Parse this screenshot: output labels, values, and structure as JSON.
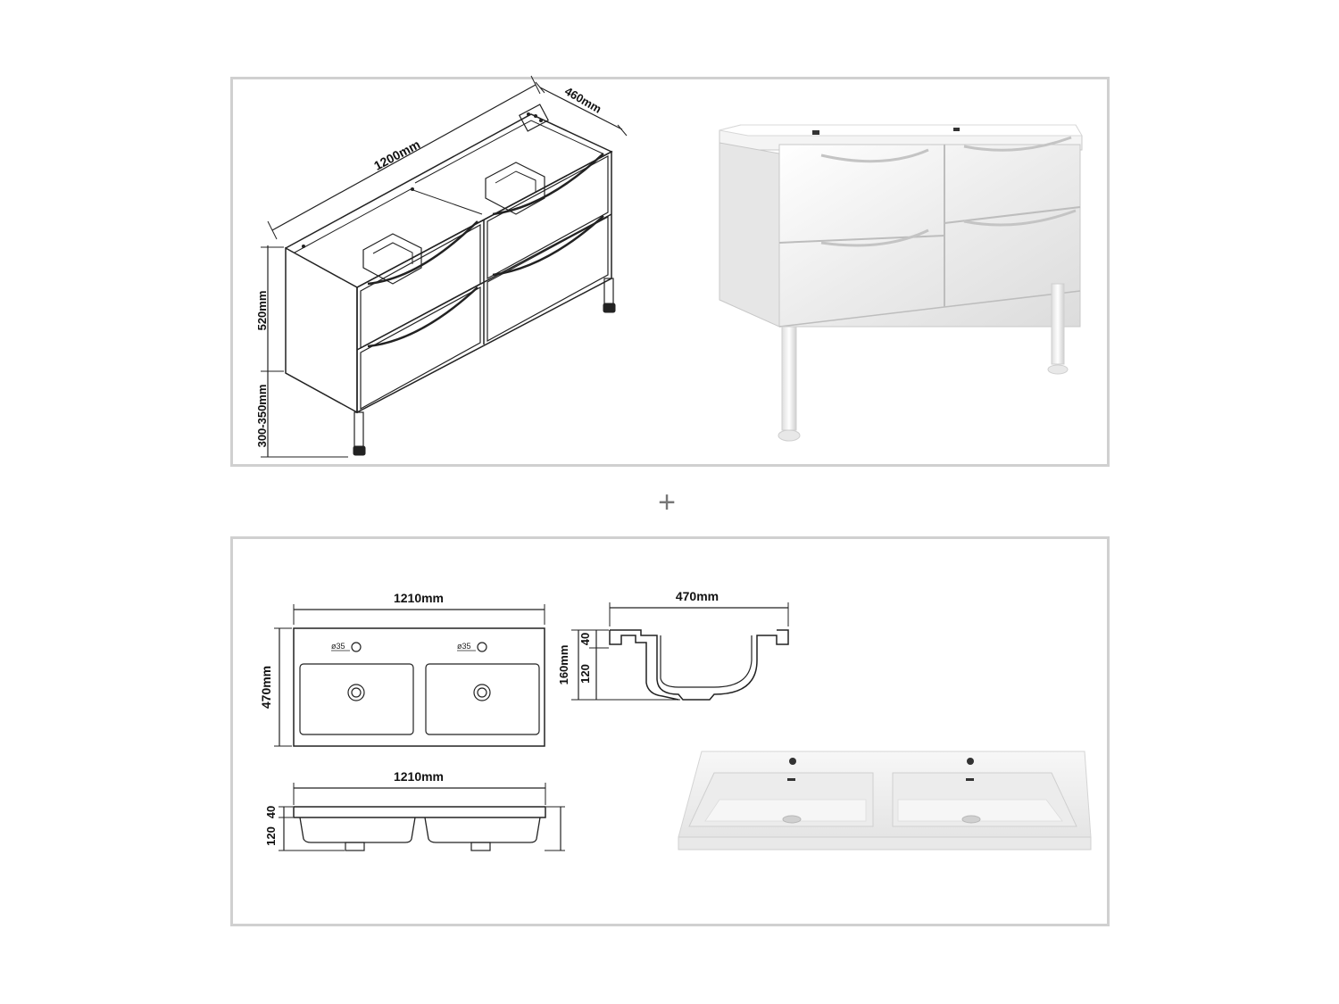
{
  "cabinet_drawing": {
    "width_label": "1200mm",
    "depth_label": "460mm",
    "height_label": "520mm",
    "leg_label": "300-350mm"
  },
  "separator": {
    "symbol": "+"
  },
  "basin_top_view": {
    "width_label": "1210mm",
    "depth_label": "470mm",
    "tap_hole_left": "ø35",
    "tap_hole_right": "ø35"
  },
  "basin_section": {
    "width_label": "470mm",
    "total_height_label": "160mm",
    "rim_label": "40",
    "bowl_label": "120"
  },
  "basin_front_view": {
    "width_label": "1210mm",
    "rim_label": "40",
    "bowl_label": "120"
  },
  "colors": {
    "frame": "#d0d0d0",
    "line": "#222222",
    "product": "#f2f2f2"
  }
}
